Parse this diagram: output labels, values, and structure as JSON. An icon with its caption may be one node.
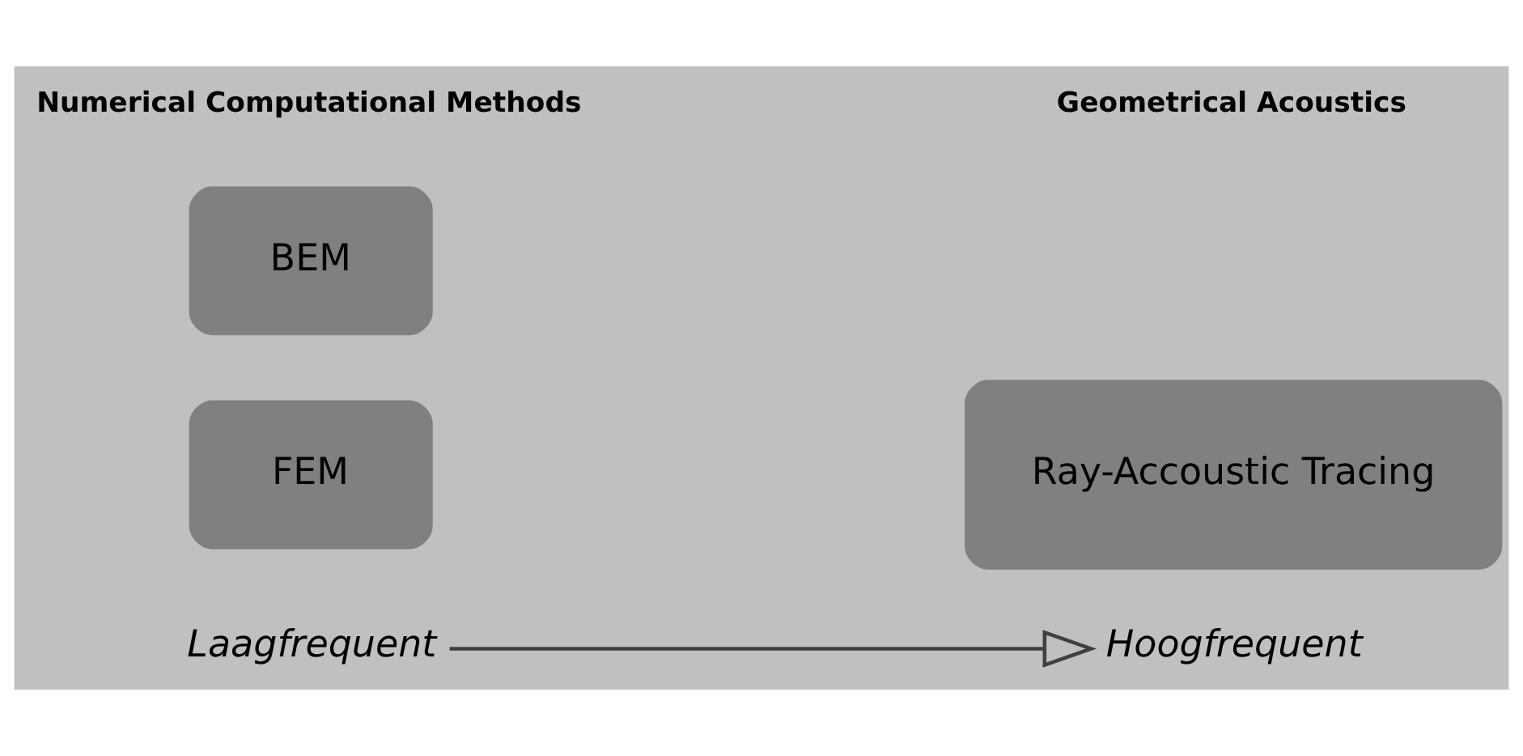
{
  "diagram": {
    "nodes": [
      {
        "text": [
          "BEM"
        ]
      },
      {
        "text": [
          "FEM"
        ]
      },
      {
        "text": [
          "Ray-Accoustic Tracing"
        ]
      },
      {
        "text": [
          "Laagfrequent"
        ]
      },
      {
        "text": [
          "Hoogfrequent"
        ]
      }
    ],
    "edges": [
      {
        "from": 3,
        "to": 4,
        "arrow": "to"
      }
    ],
    "labels": [
      "Numerical Computational Methods",
      "Geometrical Acoustics"
    ]
  }
}
